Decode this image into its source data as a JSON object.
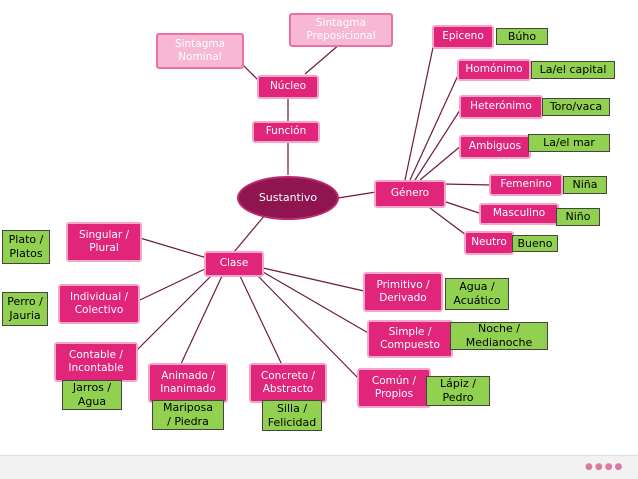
{
  "central": "Sustantivo",
  "funcion": {
    "label": "Función",
    "nucleo": "Núcleo",
    "nominal": "Sintagma\nNominal",
    "preposicional": "Sintagma\nPreposicional"
  },
  "genero": {
    "label": "Género",
    "epiceno": "Epiceno",
    "epiceno_ex": "Búho",
    "homonimo": "Homónimo",
    "homonimo_ex": "La/el capital",
    "heteronimo": "Heterónimo",
    "heteronimo_ex": "Toro/vaca",
    "ambiguos": "Ambiguos",
    "ambiguos_ex": "La/el mar",
    "femenino": "Femenino",
    "femenino_ex": "Niña",
    "masculino": "Masculino",
    "masculino_ex": "Niño",
    "neutro": "Neutro",
    "neutro_ex": "Bueno"
  },
  "clase": {
    "label": "Clase",
    "singular": "Singular /\nPlural",
    "singular_ex": "Plato /\nPlatos",
    "individual": "Individual /\nColectivo",
    "individual_ex": "Perro /\nJauria",
    "contable": "Contable /\nIncontable",
    "contable_ex": "Jarros /\nAgua",
    "animado": "Animado /\nInanimado",
    "animado_ex": "Mariposa\n/ Piedra",
    "concreto": "Concreto /\nAbstracto",
    "concreto_ex": "Silla /\nFelicidad",
    "primitivo": "Primitivo /\nDerivado",
    "primitivo_ex": "Agua /\nAcuático",
    "simple": "Simple /\nCompuesto",
    "simple_ex": "Noche /\nMedianoche",
    "comun": "Común /\nPropios",
    "comun_ex": "Lápiz /\nPedro"
  },
  "colors": {
    "node": "#e0257b",
    "node_light": "#f6b8d2",
    "center": "#8e1550",
    "example": "#92d050",
    "line": "#7a1f4a"
  }
}
